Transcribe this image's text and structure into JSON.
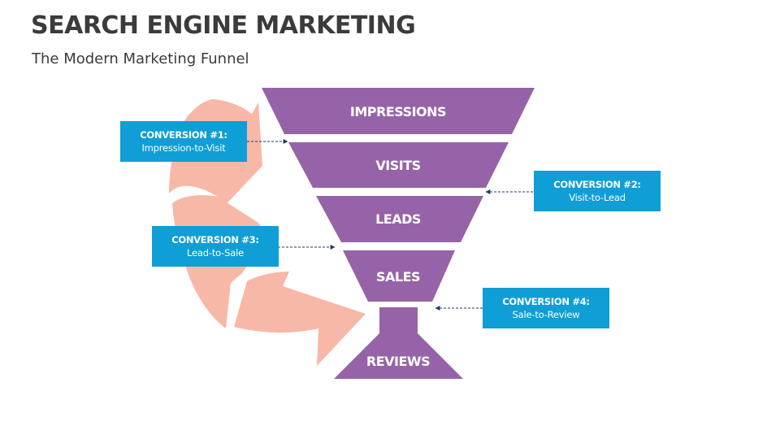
{
  "title": "SEARCH ENGINE MARKETING",
  "subtitle": "The Modern Marketing Funnel",
  "colors": {
    "funnel": "#9663a8",
    "conversion_box": "#0f9ed5",
    "cycle_arrow": "#f7b8a8",
    "connector": "#1f3864",
    "title_text": "#3b3b3b"
  },
  "funnel_stages": [
    {
      "label": "IMPRESSIONS"
    },
    {
      "label": "VISITS"
    },
    {
      "label": "LEADS"
    },
    {
      "label": "SALES"
    },
    {
      "label": "REVIEWS"
    }
  ],
  "conversions": [
    {
      "title": "CONVERSION #1:",
      "subtitle": "Impression-to-Visit"
    },
    {
      "title": "CONVERSION #2:",
      "subtitle": "Visit-to-Lead"
    },
    {
      "title": "CONVERSION #3:",
      "subtitle": "Lead-to-Sale"
    },
    {
      "title": "CONVERSION #4:",
      "subtitle": "Sale-to-Review"
    }
  ]
}
